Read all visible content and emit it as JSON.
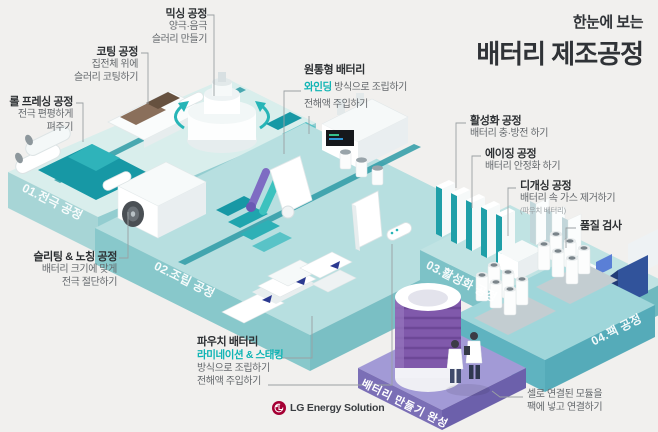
{
  "header": {
    "pretitle": "한눈에 보는",
    "title": "배터리 제조공정"
  },
  "stages": [
    {
      "label": "01.전극 공정"
    },
    {
      "label": "02.조립 공정"
    },
    {
      "label": "03.활성화 공정"
    },
    {
      "label": "04.팩 공정"
    }
  ],
  "callouts": {
    "mixing": {
      "title": "믹싱 공정",
      "line1": "양극·음극",
      "line2": "슬러리 만들기"
    },
    "coating": {
      "title": "코팅 공정",
      "line1": "집전체 위에",
      "line2": "슬러리 코팅하기"
    },
    "roll_pressing": {
      "title": "롤 프레싱 공정",
      "line1": "전극 편평하게",
      "line2": "펴주기"
    },
    "slitting_notching": {
      "title": "슬리팅 & 노칭 공정",
      "line1": "배터리 크기에 맞게",
      "line2": "전극 절단하기"
    },
    "cylindrical_battery": {
      "title": "원통형 배터리",
      "highlight": "와인딩",
      "line1_rest": " 방식으로 조립하기",
      "line2": "전해액 주입하기"
    },
    "activation": {
      "title": "활성화 공정",
      "line1": "배터리 충·방전 하기"
    },
    "aging": {
      "title": "에이징 공정",
      "line1": "배터리 안정화 하기"
    },
    "degassing": {
      "title": "디개싱 공정",
      "line1": "배터리 속 가스 제거하기",
      "note": "(파우치 배터리)"
    },
    "quality": {
      "title": "품질 검사"
    },
    "pouch_battery": {
      "title": "파우치 배터리",
      "highlight": "라미네이션 & 스태킹",
      "line1": "방식으로 조립하기",
      "line2": "전해액 주입하기"
    },
    "pack_assembly": {
      "line1": "셀로 연결된 모듈을",
      "line2": "팩에 넣고 연결하기"
    }
  },
  "banner": {
    "label": "배터리 만들기 완성"
  },
  "logo": {
    "label": "LG Energy Solution"
  },
  "colors": {
    "background": "#f1f0ee",
    "accent_teal": "#0fb4b4",
    "dark_teal_sheet": "#1798a5",
    "platform_teal_top": "#b7dfe0",
    "pack_platform_side": "#5fb3c0",
    "purple_platform": "#7b6fb6",
    "battery_purple": "#8059ab",
    "lg_red": "#a50034",
    "title_text": "#303337"
  }
}
